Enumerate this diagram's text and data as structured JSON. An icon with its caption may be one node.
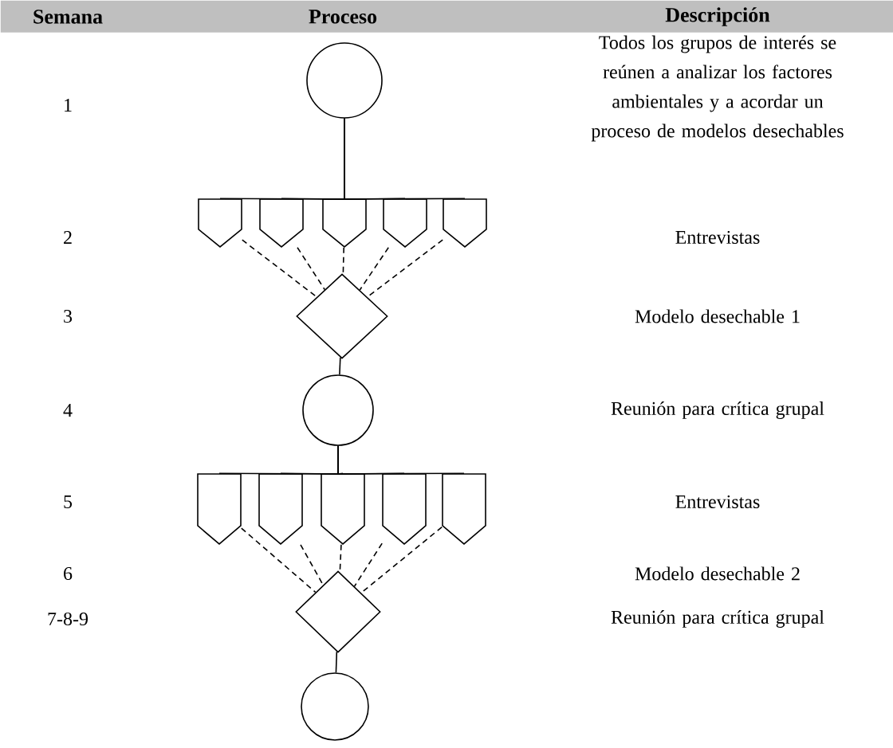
{
  "diagram": {
    "nodes": [
      {
        "text": [
          "Semana",
          "Proceso",
          "Descripción"
        ]
      },
      {
        "text": [],
        "shape": "circle"
      },
      {
        "text": [],
        "shape": "box"
      },
      {
        "text": [],
        "shape": "box"
      },
      {
        "text": [],
        "shape": "box"
      },
      {
        "text": [],
        "shape": "box"
      },
      {
        "text": [],
        "shape": "box"
      },
      {
        "text": [],
        "shape": "diamond"
      },
      {
        "text": [],
        "shape": "circle"
      },
      {
        "text": [],
        "shape": "box"
      },
      {
        "text": [],
        "shape": "box"
      },
      {
        "text": [],
        "shape": "box"
      },
      {
        "text": [],
        "shape": "box"
      },
      {
        "text": [],
        "shape": "box"
      },
      {
        "text": [],
        "shape": "diamond"
      },
      {
        "text": [],
        "shape": "circle"
      }
    ],
    "edges": [
      {
        "from": 1,
        "to": 2,
        "arrow": "none"
      },
      {
        "from": 1,
        "to": 3,
        "arrow": "none"
      },
      {
        "from": 1,
        "to": 4,
        "arrow": "none"
      },
      {
        "from": 1,
        "to": 5,
        "arrow": "none"
      },
      {
        "from": 1,
        "to": 6,
        "arrow": "none"
      },
      {
        "from": 2,
        "to": 7,
        "arrow": "none",
        "style": "dashed"
      },
      {
        "from": 3,
        "to": 7,
        "arrow": "none",
        "style": "dashed"
      },
      {
        "from": 4,
        "to": 7,
        "arrow": "none",
        "style": "dashed"
      },
      {
        "from": 5,
        "to": 7,
        "arrow": "none",
        "style": "dashed"
      },
      {
        "from": 6,
        "to": 7,
        "arrow": "none",
        "style": "dashed"
      },
      {
        "from": 7,
        "to": 8,
        "arrow": "none"
      },
      {
        "from": 8,
        "to": 9,
        "arrow": "none"
      },
      {
        "from": 8,
        "to": 10,
        "arrow": "none"
      },
      {
        "from": 8,
        "to": 11,
        "arrow": "none"
      },
      {
        "from": 8,
        "to": 12,
        "arrow": "none"
      },
      {
        "from": 8,
        "to": 13,
        "arrow": "none"
      },
      {
        "from": 9,
        "to": 14,
        "arrow": "none",
        "style": "dashed"
      },
      {
        "from": 10,
        "to": 14,
        "arrow": "none",
        "style": "dashed"
      },
      {
        "from": 11,
        "to": 14,
        "arrow": "none",
        "style": "dashed"
      },
      {
        "from": 12,
        "to": 14,
        "arrow": "none",
        "style": "dashed"
      },
      {
        "from": 13,
        "to": 14,
        "arrow": "none",
        "style": "dashed"
      },
      {
        "from": 14,
        "to": 15,
        "arrow": "none"
      }
    ],
    "labels": [
      "1",
      "Todos los grupos de interés se reúnen a analizar los factores ambientales y a acordar un proceso de modelos desechables",
      "2",
      "Entrevistas",
      "3",
      "Modelo desechable 1",
      "4",
      "Reunión para crítica grupal",
      "5",
      "Entrevistas",
      "6",
      "Modelo desechable 2",
      "7-8-9",
      "Reunión para crítica grupal"
    ]
  }
}
